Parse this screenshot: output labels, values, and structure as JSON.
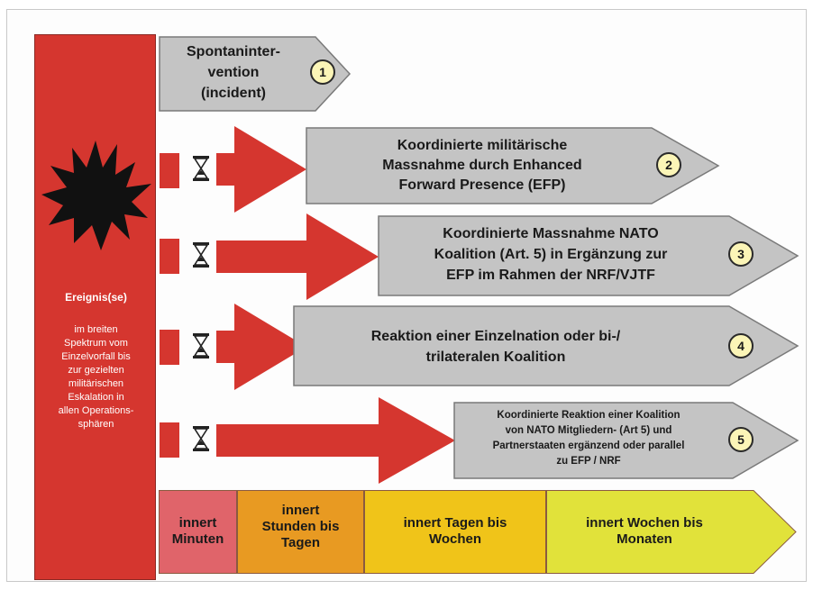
{
  "event": {
    "title": "Ereignis(se)",
    "description_lines": [
      "im breiten",
      "Spektrum vom",
      "Einzelvorfall bis",
      "zur gezielten",
      "militärischen",
      "Eskalation in",
      "allen Operations-",
      "sphären"
    ],
    "burst_icon": "explosion-icon"
  },
  "responses": [
    {
      "number": "1",
      "lines": [
        "Spontaninter-",
        "vention",
        "(incident)"
      ]
    },
    {
      "number": "2",
      "lines": [
        "Koordinierte militärische",
        "Massnahme durch Enhanced",
        "Forward Presence (EFP)"
      ]
    },
    {
      "number": "3",
      "lines": [
        "Koordinierte Massnahme NATO",
        "Koalition (Art. 5) in Ergänzung zur",
        "EFP im Rahmen der NRF/VJTF"
      ]
    },
    {
      "number": "4",
      "lines": [
        "Reaktion einer Einzelnation oder bi-/",
        "trilateralen Koalition"
      ]
    },
    {
      "number": "5",
      "lines": [
        "Koordinierte Reaktion einer Koalition",
        "von NATO Mitgliedern- (Art 5) und",
        "Partnerstaaten ergänzend oder parallel",
        "zu EFP / NRF"
      ]
    }
  ],
  "timeline": [
    {
      "lines": [
        "innert",
        "Minuten"
      ],
      "color": "#e0646a"
    },
    {
      "lines": [
        "innert",
        "Stunden bis",
        "Tagen"
      ],
      "color": "#e89a22"
    },
    {
      "lines": [
        "innert Tagen bis",
        "Wochen"
      ],
      "color": "#f0c419"
    },
    {
      "lines": [
        "innert Wochen bis",
        "Monaten"
      ],
      "color": "#e1e23a"
    }
  ],
  "colors": {
    "event_red": "#d5362f",
    "arrow_red": "#d5362f",
    "gray_box": "#c4c4c4",
    "badge_fill": "#fbf5b7"
  },
  "icons": {
    "timer": "hourglass-icon"
  }
}
